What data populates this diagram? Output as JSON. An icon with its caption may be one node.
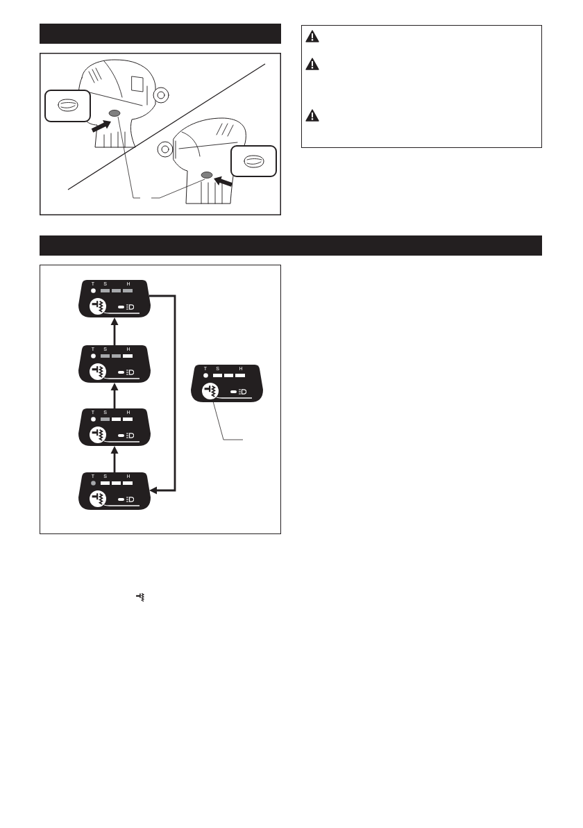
{
  "diagram": {
    "nodes": [
      {
        "text": [],
        "shape": "bar"
      },
      {
        "text": [],
        "shape": "bar"
      },
      {
        "text": [
          "T",
          "S",
          "H"
        ]
      },
      {
        "text": [
          "T",
          "S",
          "H"
        ]
      },
      {
        "text": [
          "T",
          "S",
          "H"
        ]
      },
      {
        "text": [
          "T",
          "S",
          "H"
        ]
      },
      {
        "text": [
          "T",
          "S",
          "H"
        ]
      },
      {
        "text": [],
        "shape": "circle",
        "in": 6
      }
    ],
    "edges": [
      {
        "from": 5,
        "to": 4,
        "arrow": "to"
      },
      {
        "from": 4,
        "to": 3,
        "arrow": "to"
      },
      {
        "from": 3,
        "to": 2,
        "arrow": "to"
      },
      {
        "from": 2,
        "to": 5,
        "arrow": "to"
      },
      {
        "from": null,
        "to": 7,
        "arrow": "none"
      }
    ]
  }
}
